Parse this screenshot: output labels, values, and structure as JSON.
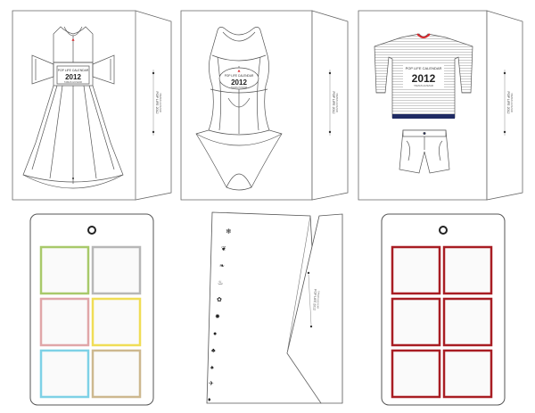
{
  "calendar": {
    "brand_line": "POP LIFE CALENDAR",
    "year": "2012",
    "subline": "TAMAS HUSZAR",
    "side_title": "POP LIFE 2012",
    "side_subtitle": "TAMAS HUSZAR"
  },
  "colors": {
    "outline": "#555555",
    "accent_red": "#d8262b",
    "navy": "#1f2b63",
    "frame_dark_red": "#a81d23",
    "frame_green": "#a8c96a",
    "frame_gray": "#b7b7b7",
    "frame_pink": "#e0a6a8",
    "frame_yellow": "#f0dd55",
    "frame_cyan": "#7ed1e6",
    "frame_tan": "#cdb88f"
  },
  "icons": [
    "snowflake-icon",
    "heart-icon",
    "leaf-icon",
    "flame-icon",
    "fish-icon",
    "flower-icon",
    "sun-icon",
    "ball-icon",
    "drop-icon",
    "tree-icon",
    "bird-icon",
    "gift-icon"
  ]
}
